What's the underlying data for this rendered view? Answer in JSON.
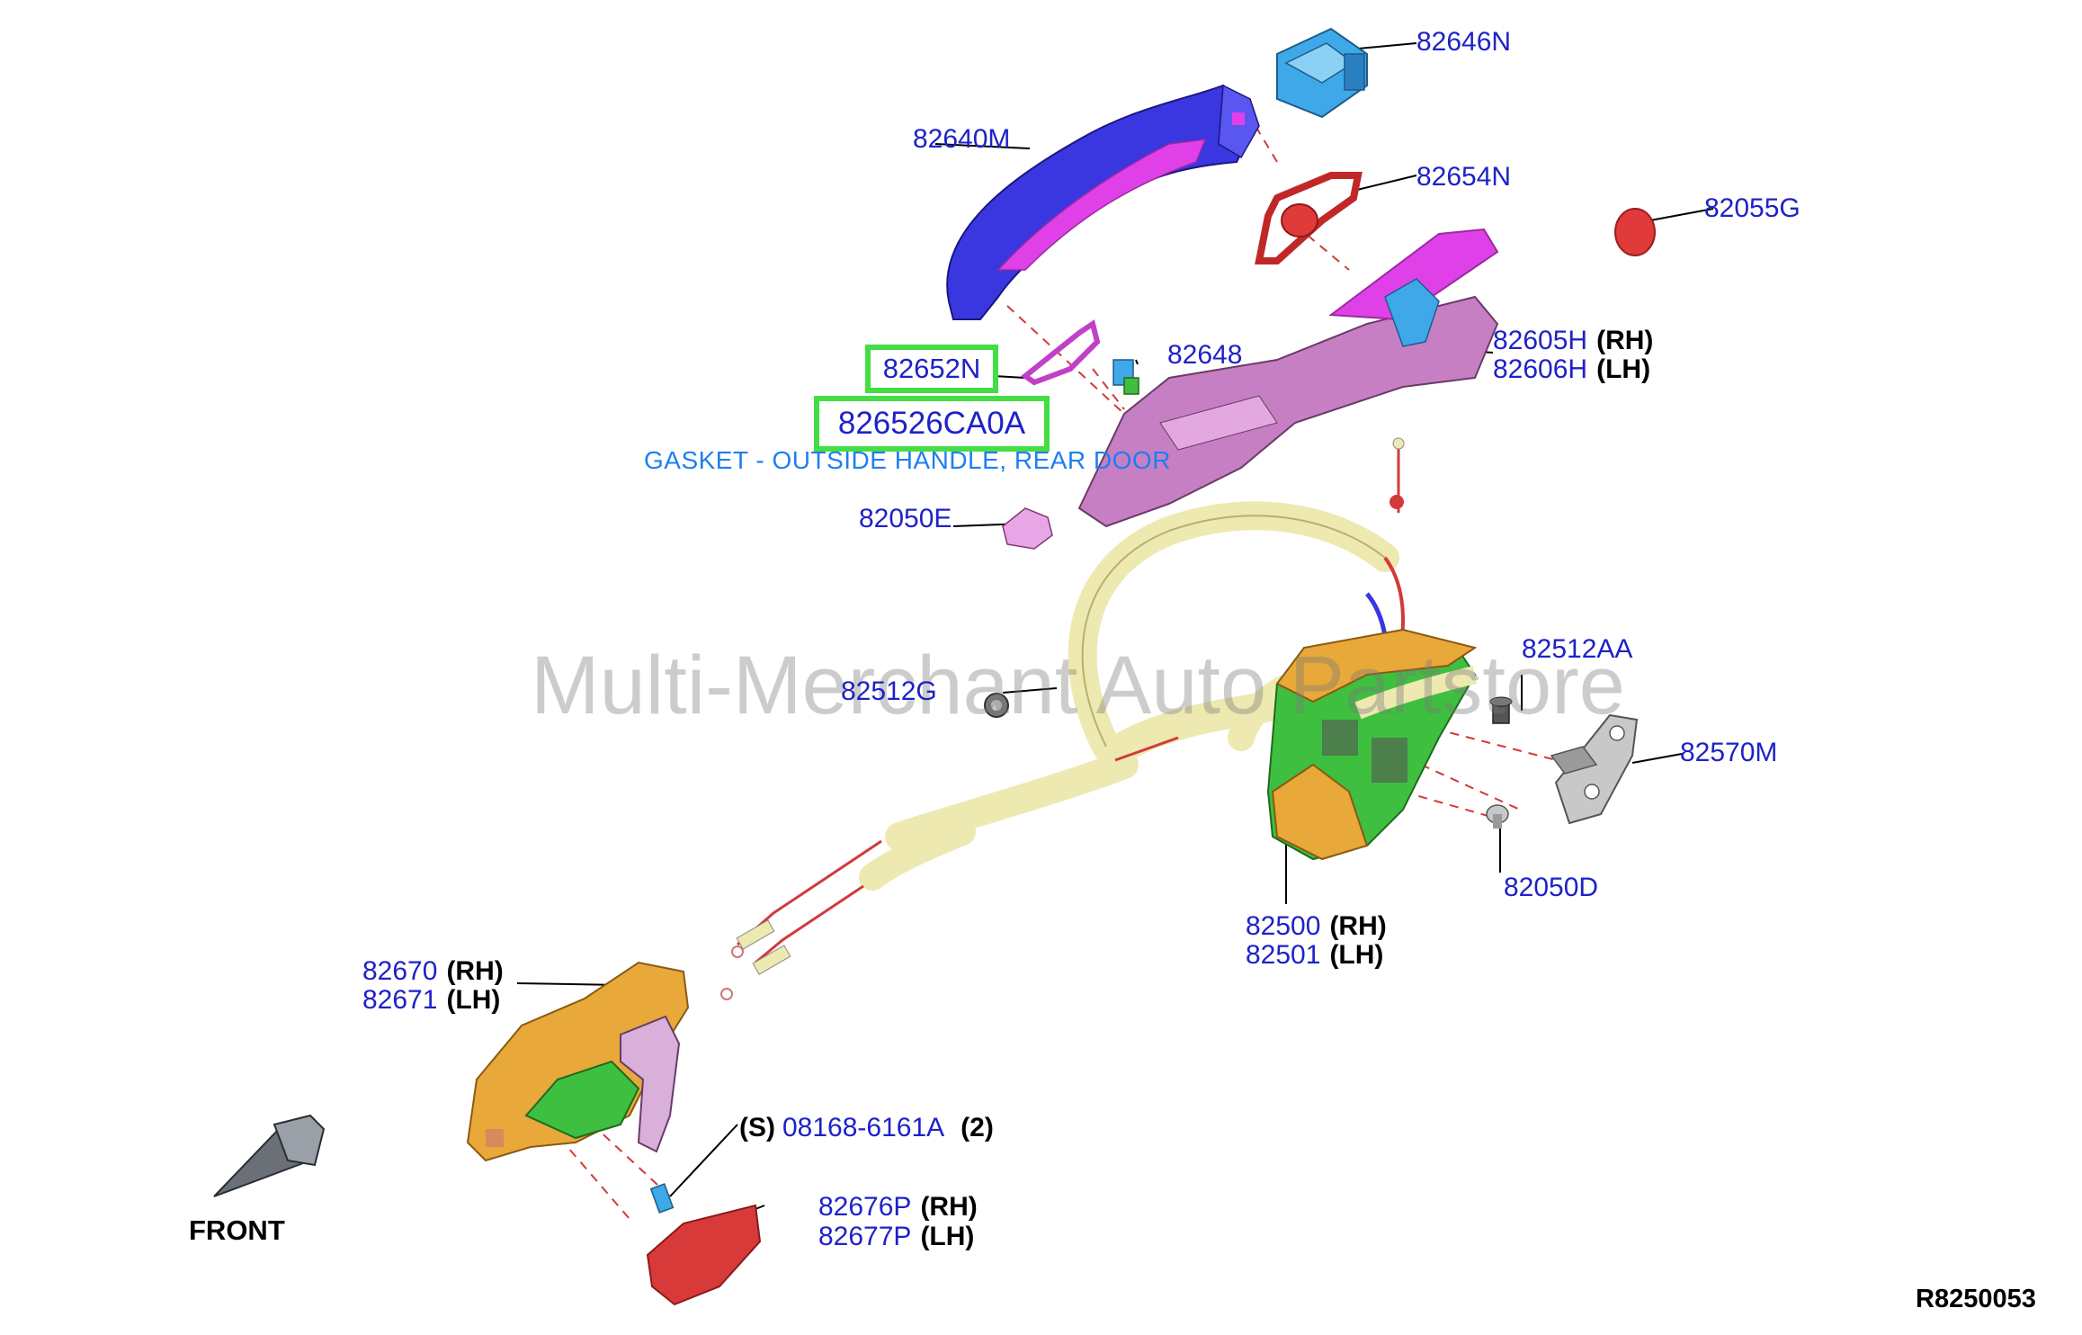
{
  "labels": {
    "p82646N": "82646N",
    "p82640M": "82640M",
    "p82654N": "82654N",
    "p82055G": "82055G",
    "p82648": "82648",
    "p82605H": "82605H",
    "p82606H": "82606H",
    "p82050E": "82050E",
    "p82512G": "82512G",
    "p82512AA": "82512AA",
    "p82570M": "82570M",
    "p82050D": "82050D",
    "p82500": "82500",
    "p82501": "82501",
    "p82670": "82670",
    "p82671": "82671",
    "p08168": "08168-6161A",
    "p82676P": "82676P",
    "p82677P": "82677P"
  },
  "side": {
    "rh": "(RH)",
    "lh": "(LH)"
  },
  "screw_prefix": "(S)",
  "screw_qty": "(2)",
  "highlight": {
    "part_number": "82652N",
    "oem_number": "826526CA0A",
    "description": "GASKET - OUTSIDE HANDLE, REAR DOOR"
  },
  "watermark": "Multi-Merchant Auto Partstore",
  "front_label": "FRONT",
  "ref_code": "R8250053",
  "colors": {
    "label_blue": "#1e22c8",
    "highlight_green": "#44dd44",
    "desc_blue": "#1e7ff0",
    "handle_blue": "#3a36e0",
    "handle_magenta": "#e040e8",
    "bracket_pink": "#c77fc4",
    "gasket_red": "#e03a3a",
    "cap_cyan": "#3fa8e8",
    "lock_green": "#3fbf3f",
    "lock_orange": "#e8a83a",
    "cable_cream": "#ede9b0",
    "cable_red": "#d23a3a"
  }
}
